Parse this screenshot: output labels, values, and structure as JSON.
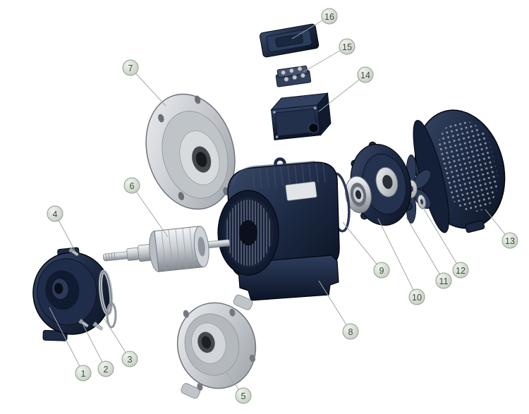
{
  "diagram": {
    "callouts": [
      {
        "label": "1"
      },
      {
        "label": "2"
      },
      {
        "label": "3"
      },
      {
        "label": "4"
      },
      {
        "label": "5"
      },
      {
        "label": "6"
      },
      {
        "label": "7"
      },
      {
        "label": "8"
      },
      {
        "label": "9"
      },
      {
        "label": "10"
      },
      {
        "label": "11"
      },
      {
        "label": "12"
      },
      {
        "label": "13"
      },
      {
        "label": "14"
      },
      {
        "label": "15"
      },
      {
        "label": "16"
      }
    ]
  },
  "colors": {
    "background": "#ffffff",
    "part_dark_navy": "#1d2a44",
    "part_silver": "#c6cacf",
    "callout_fill": "#d6dcd4",
    "callout_border": "#8fa08f",
    "leader_line": "#9fa8a2"
  }
}
